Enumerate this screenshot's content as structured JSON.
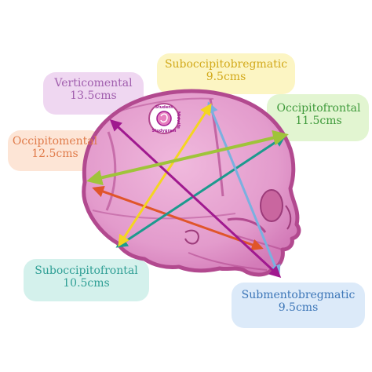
{
  "logo": {
    "lines": [
      "Student",
      "Midwife",
      "Studygram"
    ]
  },
  "colors": {
    "skull_fill": "#e8a6d3",
    "skull_stroke": "#b2498f",
    "verticomental": "#a0198f",
    "suboccipitobregmatic": "#f4d521",
    "occipitofrontal": "#9fc43a",
    "occipitomental": "#e0552a",
    "suboccipitofrontal": "#1c9a8e",
    "submentobregmatic": "#7ab0e0"
  },
  "diameters": [
    {
      "id": "verticomental",
      "name": "Verticomental",
      "value": "13.5cms",
      "text_color": "#a15fae",
      "wash": "#e6bfe7"
    },
    {
      "id": "suboccipitobregmatic",
      "name": "Suboccipitobregmatic",
      "value": "9.5cms",
      "text_color": "#d2a91a",
      "wash": "#fbf0a6"
    },
    {
      "id": "occipitofrontal",
      "name": "Occipitofrontal",
      "value": "11.5cms",
      "text_color": "#3f9a3b",
      "wash": "#d5f1c0"
    },
    {
      "id": "occipitomental",
      "name": "Occipitomental",
      "value": "12.5cms",
      "text_color": "#e07b4a",
      "wash": "#fbd9c6"
    },
    {
      "id": "suboccipitofrontal",
      "name": "Suboccipitofrontal",
      "value": "10.5cms",
      "text_color": "#2f9f95",
      "wash": "#c5ece7"
    },
    {
      "id": "submentobregmatic",
      "name": "Submentobregmatic",
      "value": "9.5cms",
      "text_color": "#3b75b7",
      "wash": "#cfe1f6"
    }
  ]
}
